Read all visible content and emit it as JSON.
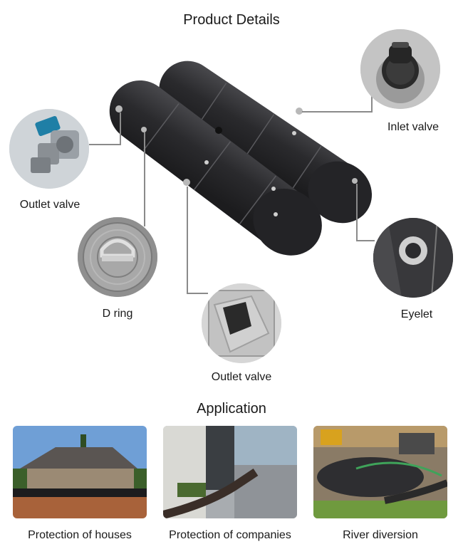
{
  "headings": {
    "product_details": "Product Details",
    "application": "Application"
  },
  "callouts": {
    "outlet_valve_top": "Outlet valve",
    "inlet_valve": "Inlet valve",
    "d_ring": "D ring",
    "eyelet": "Eyelet",
    "outlet_valve_bottom": "Outlet valve"
  },
  "applications": [
    {
      "label": "Protection of houses"
    },
    {
      "label": "Protection of companies"
    },
    {
      "label": "River diversion"
    }
  ],
  "colors": {
    "tube": "#2b2b2e",
    "tube_highlight": "#4a4a4e",
    "sky": "#6f9fd6",
    "water": "#a8623a",
    "grass": "#6f9a3e",
    "valve_blue": "#1f7fa6"
  }
}
